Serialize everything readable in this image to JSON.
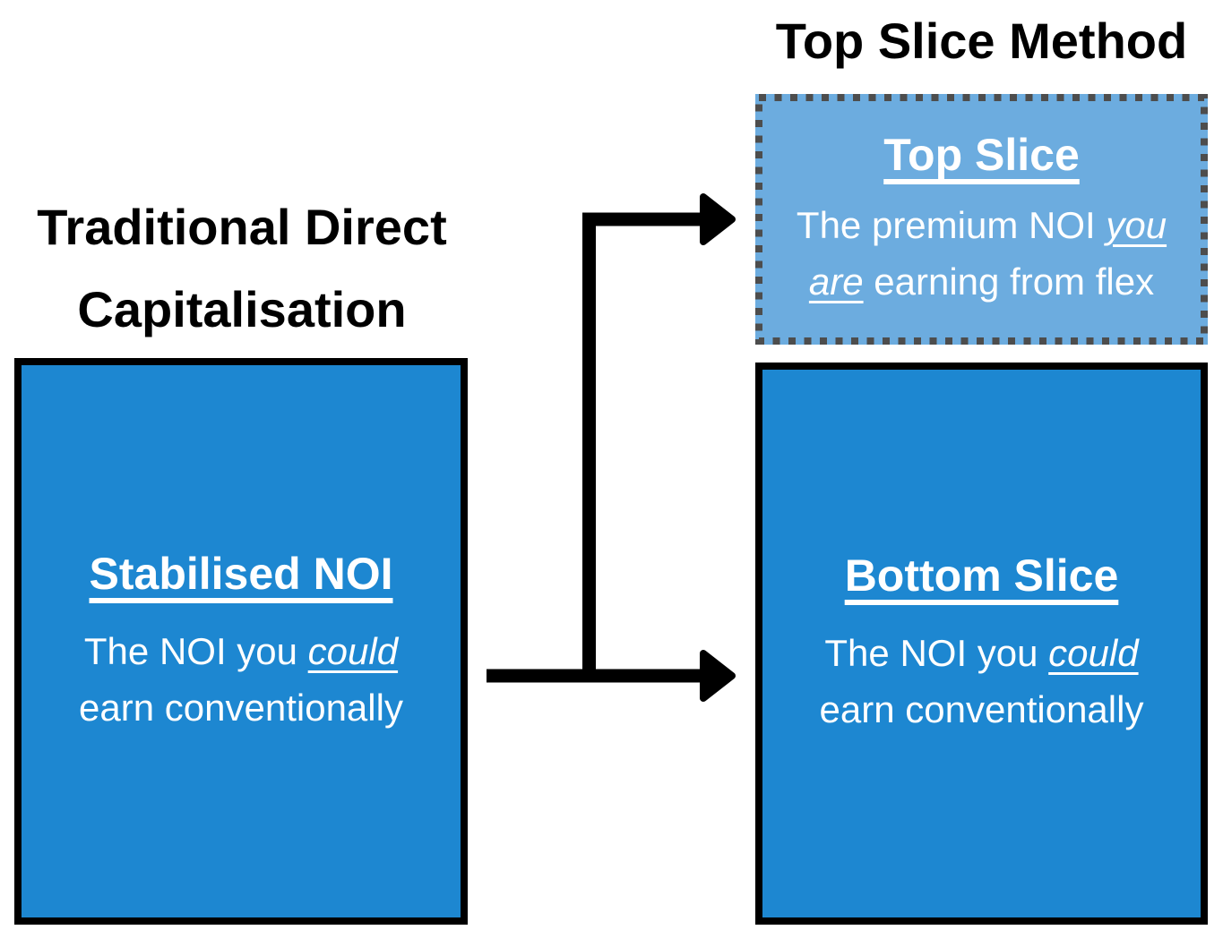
{
  "colors": {
    "primary_blue": "#1D87D1",
    "light_blue": "#6CACDF",
    "dash_gray": "#4D4D4D",
    "arrow_black": "#000000",
    "text_white": "#FFFFFF"
  },
  "left_heading": {
    "lines": [
      "Traditional Direct",
      "Capitalisation"
    ]
  },
  "right_heading": "Top Slice Method",
  "left_box": {
    "title": "Stabilised NOI",
    "body": [
      [
        {
          "t": "The NOI you "
        },
        {
          "t": "could",
          "em": true
        }
      ],
      [
        {
          "t": "earn conventionally"
        }
      ]
    ]
  },
  "top_box": {
    "title": "Top Slice",
    "body": [
      [
        {
          "t": "The premium NOI "
        },
        {
          "t": "you",
          "em": true
        }
      ],
      [
        {
          "t": "are",
          "em": true
        },
        {
          "t": " earning from flex"
        }
      ]
    ]
  },
  "bottom_box": {
    "title": "Bottom Slice",
    "body": [
      [
        {
          "t": "The NOI you "
        },
        {
          "t": "could",
          "em": true
        }
      ],
      [
        {
          "t": "earn conventionally"
        }
      ]
    ]
  }
}
